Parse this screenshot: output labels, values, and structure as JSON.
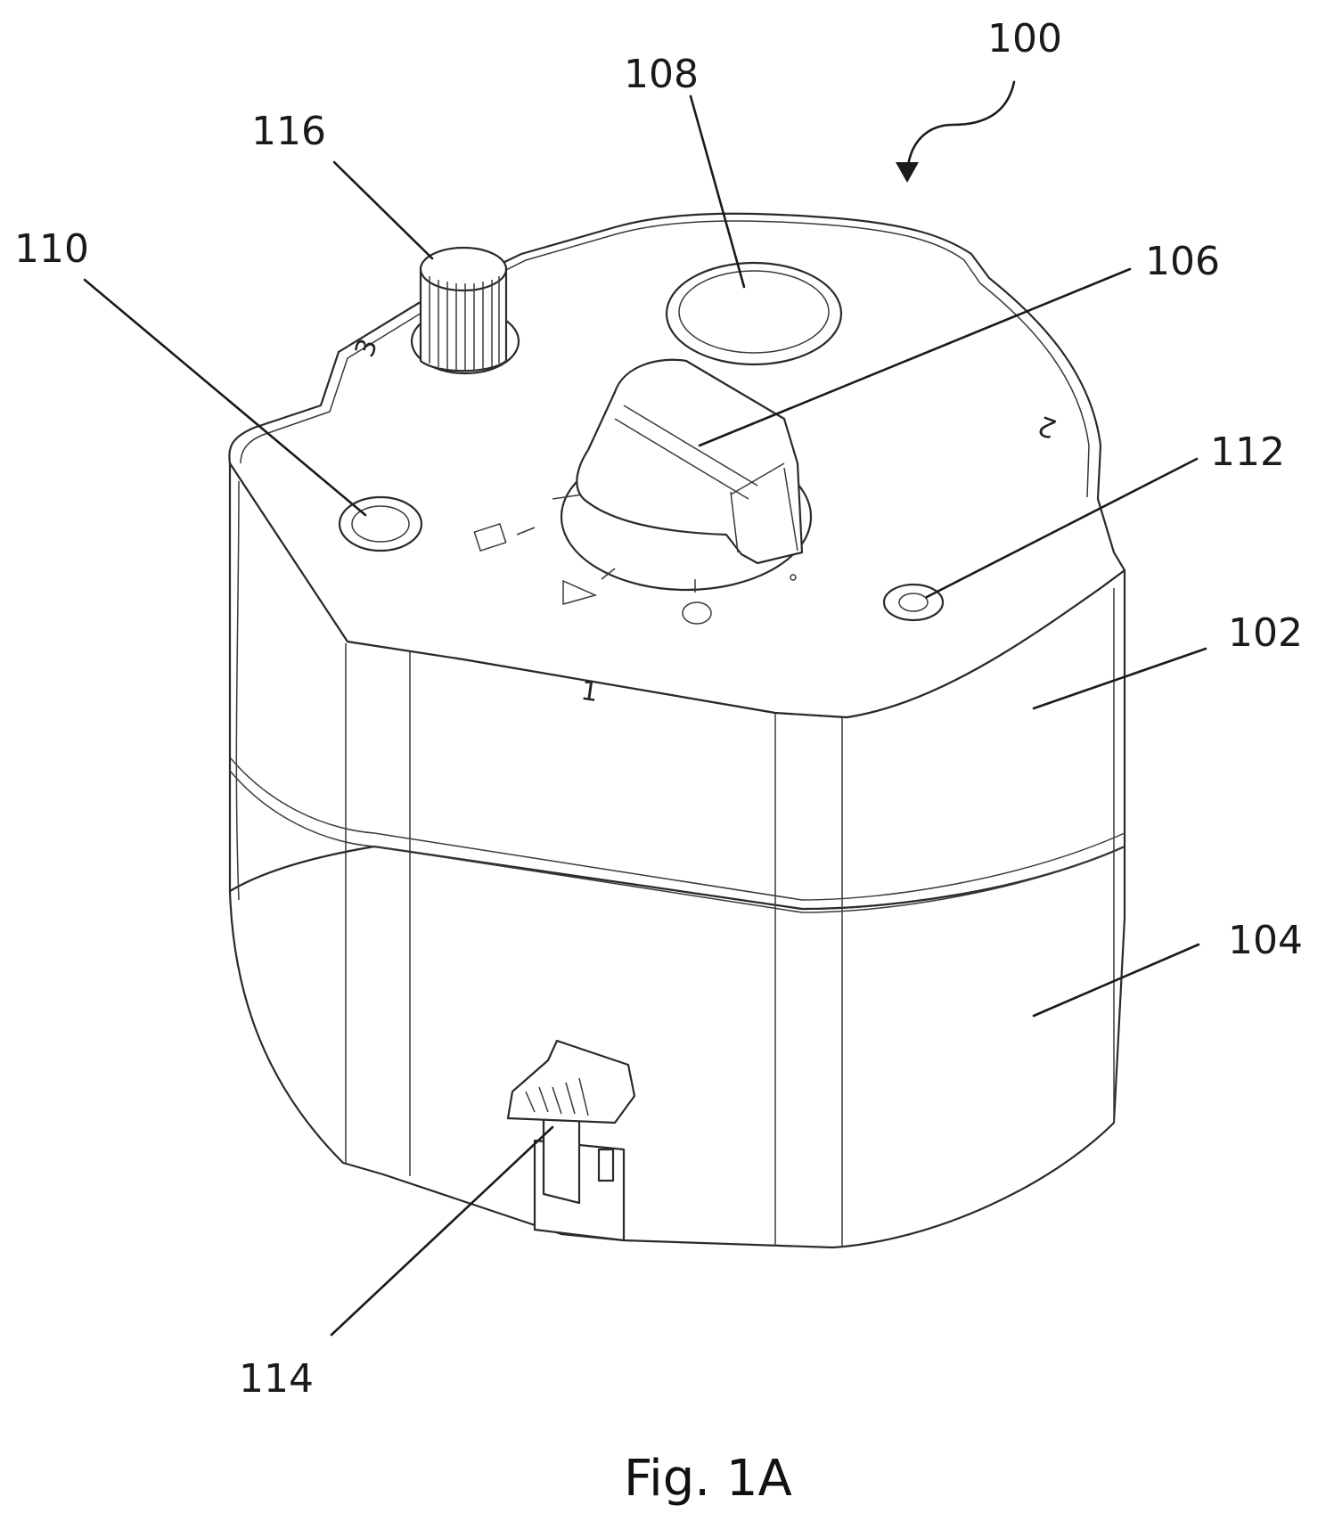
{
  "figure": {
    "caption": "Fig. 1A",
    "references": [
      {
        "id": "ref-100",
        "label": "100"
      },
      {
        "id": "ref-102",
        "label": "102"
      },
      {
        "id": "ref-104",
        "label": "104"
      },
      {
        "id": "ref-106",
        "label": "106"
      },
      {
        "id": "ref-108",
        "label": "108"
      },
      {
        "id": "ref-110",
        "label": "110"
      },
      {
        "id": "ref-112",
        "label": "112"
      },
      {
        "id": "ref-114",
        "label": "114"
      },
      {
        "id": "ref-116",
        "label": "116"
      }
    ],
    "dial_marks": {
      "one": "1",
      "two": "2",
      "three": "3"
    }
  }
}
